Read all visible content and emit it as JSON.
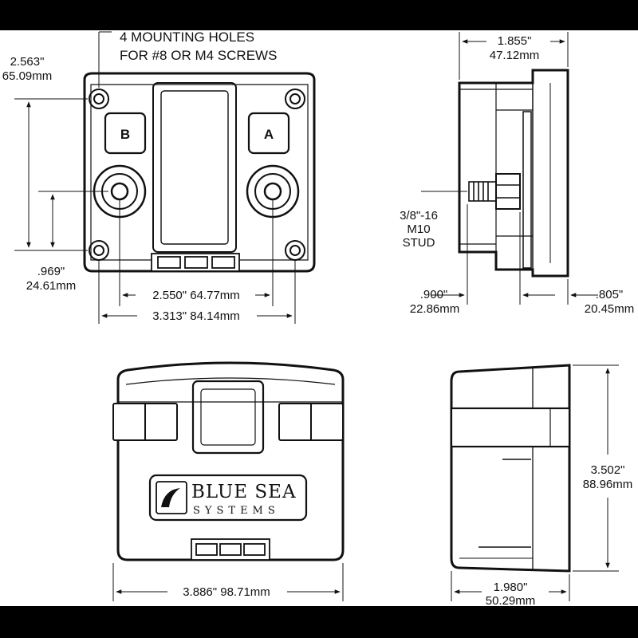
{
  "colors": {
    "background_band": "#000000",
    "paper": "#ffffff",
    "ink": "#111111"
  },
  "top_view": {
    "note_line1": "4 MOUNTING HOLES",
    "note_line2": "FOR #8 OR M4 SCREWS",
    "height_in": "2.563\"",
    "height_mm": "65.09mm",
    "offset_in": ".969\"",
    "offset_mm": "24.61mm",
    "stud_spacing": "2.550\" 64.77mm",
    "hole_spacing": "3.313\" 84.14mm",
    "terminal_b": "B",
    "terminal_a": "A"
  },
  "side_view": {
    "depth_in": "1.855\"",
    "depth_mm": "47.12mm",
    "stud_line1": "3/8\"-16",
    "stud_line2": "M10",
    "stud_line3": "STUD",
    "stud_len_in": ".900\"",
    "stud_len_mm": "22.86mm",
    "cover_in": ".805\"",
    "cover_mm": "20.45mm"
  },
  "front_view": {
    "brand_line1": "BLUE SEA",
    "brand_line2": "SYSTEMS",
    "width": "3.886\" 98.71mm"
  },
  "end_view": {
    "height_in": "3.502\"",
    "height_mm": "88.96mm",
    "width_in": "1.980\"",
    "width_mm": "50.29mm"
  }
}
